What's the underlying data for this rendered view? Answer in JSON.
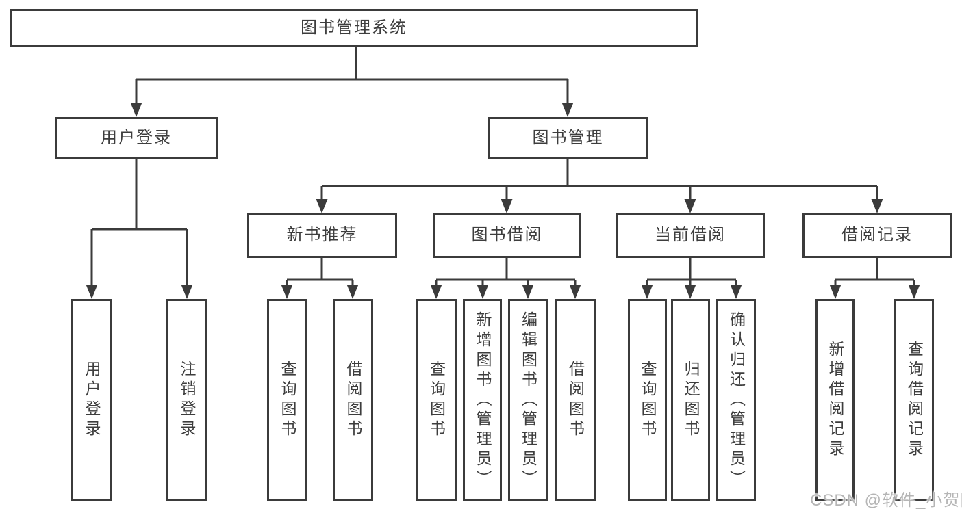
{
  "tree": {
    "root": {
      "label": "图书管理系统"
    },
    "branches": [
      {
        "label": "用户登录",
        "children": [
          {
            "label": "用户登录"
          },
          {
            "label": "注销登录"
          }
        ]
      },
      {
        "label": "图书管理",
        "children": [
          {
            "label": "新书推荐",
            "children": [
              {
                "label": "查询图书"
              },
              {
                "label": "借阅图书"
              }
            ]
          },
          {
            "label": "图书借阅",
            "children": [
              {
                "label": "查询图书"
              },
              {
                "label": "新增图书（管理员）"
              },
              {
                "label": "编辑图书（管理员）"
              },
              {
                "label": "借阅图书"
              }
            ]
          },
          {
            "label": "当前借阅",
            "children": [
              {
                "label": "查询图书"
              },
              {
                "label": "归还图书"
              },
              {
                "label": "确认归还（管理员）"
              }
            ]
          },
          {
            "label": "借阅记录",
            "children": [
              {
                "label": "新增借阅记录"
              },
              {
                "label": "查询借阅记录"
              }
            ]
          }
        ]
      }
    ]
  },
  "watermark": {
    "text": "CSDN @软件_小贺同学"
  },
  "colors": {
    "line": "#3b3b3b",
    "text": "#3d3d3d",
    "watermark": "#b5b5b5",
    "background": "#ffffff"
  }
}
